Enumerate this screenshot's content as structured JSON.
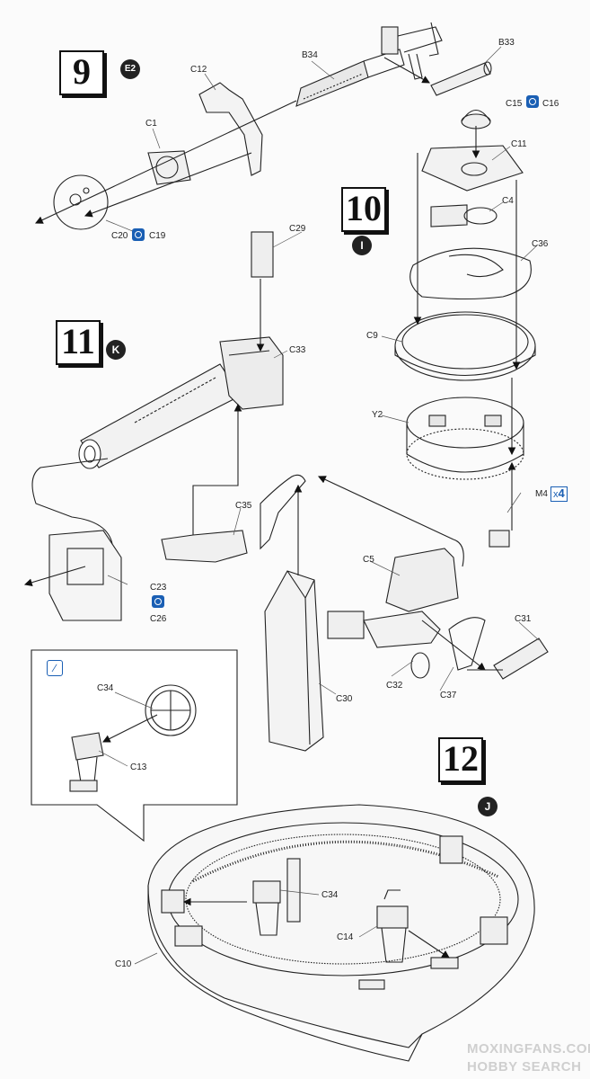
{
  "steps": [
    {
      "number": "9",
      "code": "E2"
    },
    {
      "number": "10",
      "code": "I"
    },
    {
      "number": "11",
      "code": "K"
    },
    {
      "number": "12",
      "code": "J"
    }
  ],
  "labels": {
    "b34": "B34",
    "b33": "B33",
    "c12": "C12",
    "c1": "C1",
    "c20": "C20",
    "c19": "C19",
    "c15": "C15",
    "c16": "C16",
    "c11": "C11",
    "c4": "C4",
    "c36": "C36",
    "c9": "C9",
    "y2": "Y2",
    "m4": "M4",
    "c29": "C29",
    "c33": "C33",
    "c35": "C35",
    "c23": "C23",
    "c26": "C26",
    "c5": "C5",
    "c31": "C31",
    "c32": "C32",
    "c37": "C37",
    "c30": "C30",
    "c34a": "C34",
    "c13": "C13",
    "c34b": "C34",
    "c14": "C14",
    "c10": "C10"
  },
  "quantity": {
    "prefix": "x",
    "value": "4"
  },
  "icons": {
    "cement_symbol": "cement-symbol-icon",
    "brush_symbol": "brush-icon",
    "symbol_color": "#1a5fb4"
  },
  "watermark": {
    "line1": "MOXINGFANS.COM",
    "line2": "HOBBY SEARCH"
  }
}
